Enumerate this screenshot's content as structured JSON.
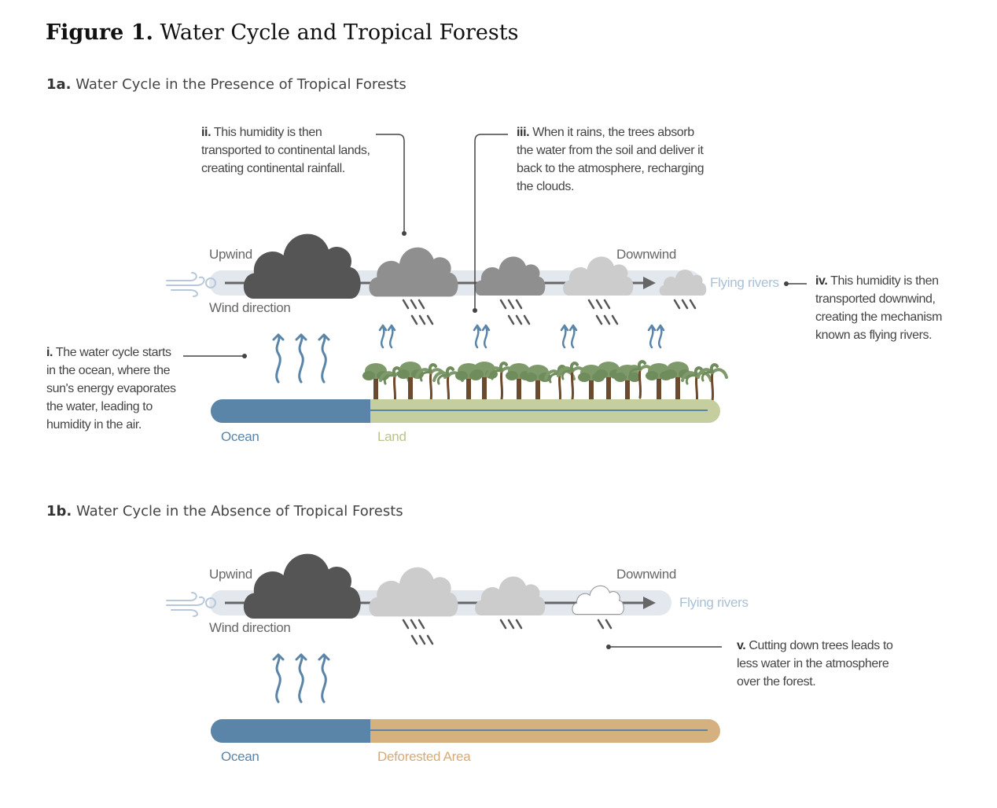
{
  "figure": {
    "number": "Figure 1.",
    "title": "Water Cycle and Tropical Forests"
  },
  "panel_a": {
    "number": "1a.",
    "title": "Water Cycle in the Presence of Tropical Forests",
    "labels": {
      "upwind": "Upwind",
      "downwind": "Downwind",
      "wind_direction": "Wind direction",
      "flying_rivers": "Flying rivers",
      "ocean": "Ocean",
      "land": "Land"
    },
    "notes": {
      "i": {
        "num": "i.",
        "text": "The water cycle starts in the ocean, where the sun's energy evaporates the water, leading to humidity in the air."
      },
      "ii": {
        "num": "ii.",
        "text": "This humidity is then transported to continental lands, creating continental rainfall."
      },
      "iii": {
        "num": "iii.",
        "text": "When it rains, the trees absorb the water from the soil and deliver it back to the atmosphere, recharging the clouds."
      },
      "iv": {
        "num": "iv.",
        "text": "This humidity is then transported downwind, creating the mechanism known as flying rivers."
      }
    }
  },
  "panel_b": {
    "number": "1b.",
    "title": "Water Cycle in the Absence of Tropical Forests",
    "labels": {
      "upwind": "Upwind",
      "downwind": "Downwind",
      "wind_direction": "Wind direction",
      "flying_rivers": "Flying rivers",
      "ocean": "Ocean",
      "deforested": "Deforested Area"
    },
    "notes": {
      "v": {
        "num": "v.",
        "text": "Cutting down trees leads to less water in the atmosphere over the forest."
      }
    }
  },
  "colors": {
    "ocean": "#5b85a8",
    "land": "#c5ce9f",
    "deforested": "#d6b180",
    "cloud_dark": "#555555",
    "cloud_mid": "#8f8f8f",
    "cloud_light": "#cccccc",
    "wind_band": "#e3e8ee",
    "evaporation": "#5b85a8",
    "tree_canopy": "#7e9a6b",
    "tree_trunk": "#6b4a2e"
  },
  "icons": [
    "wind-icon",
    "cloud-icon",
    "rain-icon",
    "evaporation-arrow-icon",
    "transpiration-arrow-icon",
    "tree-icon",
    "arrow-right-icon"
  ]
}
